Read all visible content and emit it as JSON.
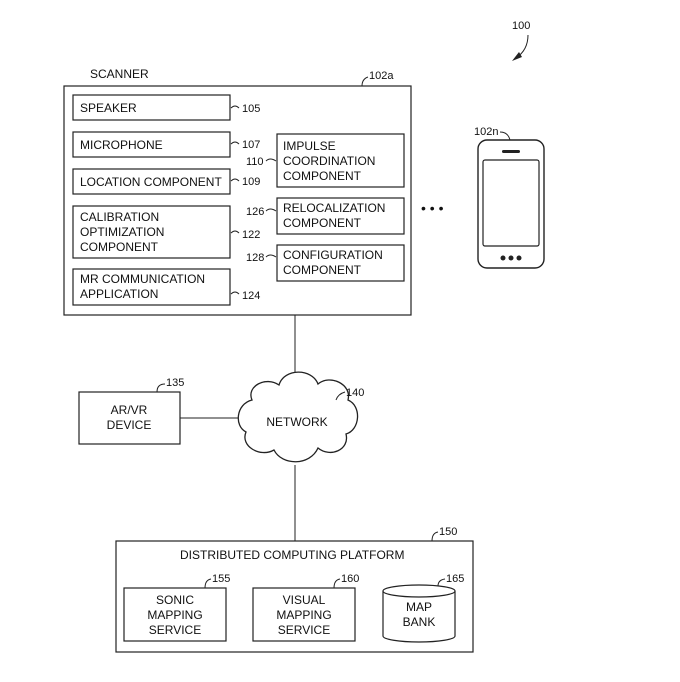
{
  "figure_ref": "100",
  "scanner": {
    "title": "SCANNER",
    "ref": "102a",
    "speaker": {
      "label": "SPEAKER",
      "ref": "105"
    },
    "microphone": {
      "label": "MICROPHONE",
      "ref": "107"
    },
    "location": {
      "label": "LOCATION COMPONENT",
      "ref": "109"
    },
    "calibration": {
      "lines": [
        "CALIBRATION",
        "OPTIMIZATION",
        "COMPONENT"
      ],
      "ref": "122"
    },
    "mr_app": {
      "lines": [
        "MR COMMUNICATION",
        "APPLICATION"
      ],
      "ref": "124"
    },
    "impulse": {
      "lines": [
        "IMPULSE",
        "COORDINATION",
        "COMPONENT"
      ],
      "ref": "110"
    },
    "relocalization": {
      "lines": [
        "RELOCALIZATION",
        "COMPONENT"
      ],
      "ref": "126"
    },
    "configuration": {
      "lines": [
        "CONFIGURATION",
        "COMPONENT"
      ],
      "ref": "128"
    }
  },
  "phone": {
    "ref": "102n"
  },
  "ellipsis": "• • •",
  "network": {
    "label": "NETWORK",
    "ref": "140"
  },
  "arvr": {
    "lines": [
      "AR/VR",
      "DEVICE"
    ],
    "ref": "135"
  },
  "platform": {
    "title": "DISTRIBUTED COMPUTING PLATFORM",
    "ref": "150",
    "sonic": {
      "lines": [
        "SONIC",
        "MAPPING",
        "SERVICE"
      ],
      "ref": "155"
    },
    "visual": {
      "lines": [
        "VISUAL",
        "MAPPING",
        "SERVICE"
      ],
      "ref": "160"
    },
    "map_bank": {
      "lines": [
        "MAP",
        "BANK"
      ],
      "ref": "165"
    }
  }
}
